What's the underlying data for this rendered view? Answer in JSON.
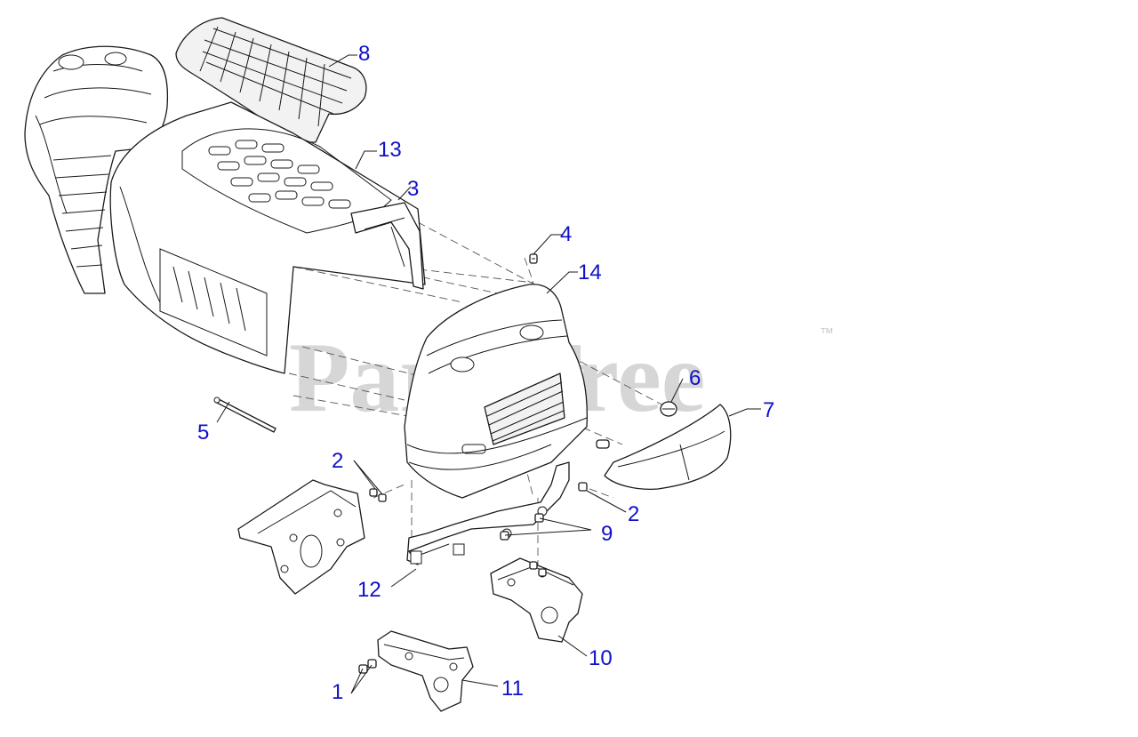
{
  "watermark": {
    "brand": "PartsTree",
    "trademark": "™"
  },
  "callouts": [
    {
      "id": "c8",
      "label": "8"
    },
    {
      "id": "c13",
      "label": "13"
    },
    {
      "id": "c3",
      "label": "3"
    },
    {
      "id": "c4",
      "label": "4"
    },
    {
      "id": "c14",
      "label": "14"
    },
    {
      "id": "c6",
      "label": "6"
    },
    {
      "id": "c7",
      "label": "7"
    },
    {
      "id": "c5",
      "label": "5"
    },
    {
      "id": "c2a",
      "label": "2"
    },
    {
      "id": "c2b",
      "label": "2"
    },
    {
      "id": "c9",
      "label": "9"
    },
    {
      "id": "c12",
      "label": "12"
    },
    {
      "id": "c10",
      "label": "10"
    },
    {
      "id": "c1",
      "label": "1"
    },
    {
      "id": "c11",
      "label": "11"
    }
  ]
}
